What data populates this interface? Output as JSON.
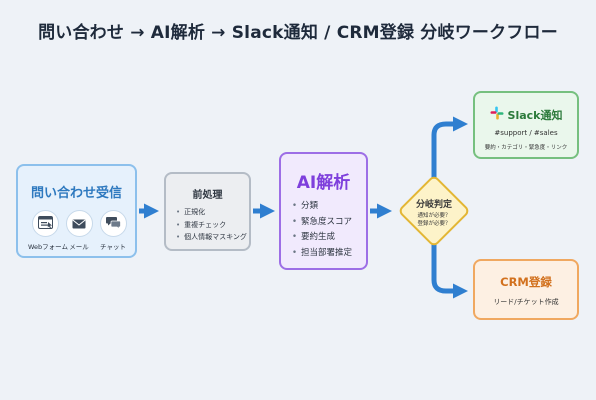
{
  "title": "問い合わせ → AI解析 → Slack通知 / CRM登録 分岐ワークフロー",
  "nodes": {
    "inquiry": {
      "title": "問い合わせ受信",
      "channels": [
        {
          "label": "Webフォーム",
          "icon": "browser-icon"
        },
        {
          "label": "メール",
          "icon": "mail-icon"
        },
        {
          "label": "チャット",
          "icon": "chat-icon"
        }
      ]
    },
    "preprocess": {
      "title": "前処理",
      "items": [
        "正規化",
        "重複チェック",
        "個人情報マスキング"
      ]
    },
    "ai": {
      "title": "AI解析",
      "items": [
        "分類",
        "緊急度スコア",
        "要約生成",
        "担当部署推定"
      ]
    },
    "decision": {
      "title": "分岐判定",
      "lines": [
        "通知が必要？",
        "登録が必要？"
      ]
    },
    "slack": {
      "title": "Slack通知",
      "channels": "#support / #sales",
      "content": "要約・カテゴリ・緊急度・リンク",
      "icon": "slack-icon"
    },
    "crm": {
      "title": "CRM登録",
      "content": "リード/チケット作成"
    }
  },
  "colors": {
    "arrow": "#2f7fd0",
    "inquiry_accent": "#2e79bf",
    "ai_accent": "#7e3fdc",
    "decision_fill": "#fdf3c9",
    "slack_accent": "#2b7a3a",
    "crm_accent": "#d2711e"
  }
}
